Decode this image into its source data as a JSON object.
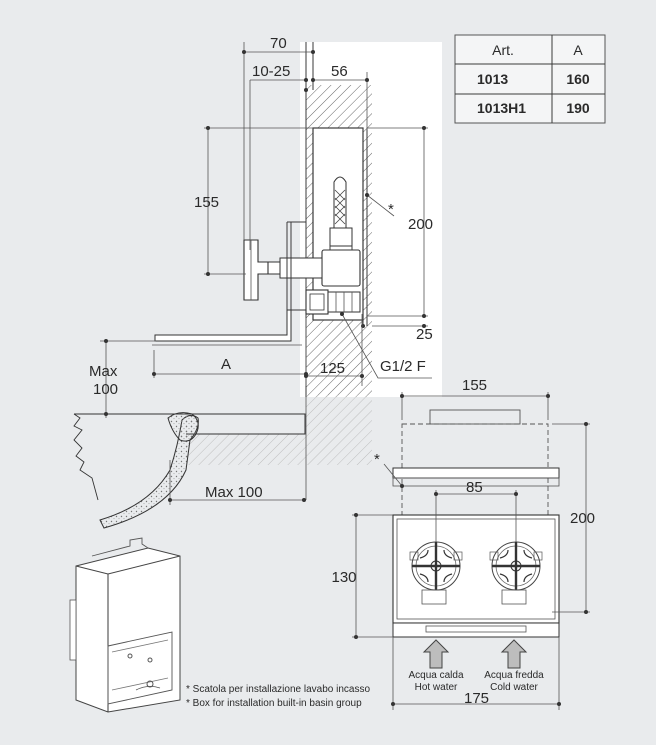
{
  "table": {
    "headers": [
      "Art.",
      "A"
    ],
    "rows": [
      [
        "1013",
        "160"
      ],
      [
        "1013H1",
        "190"
      ]
    ]
  },
  "dims": {
    "d70": "70",
    "d10_25": "10-25",
    "d56": "56",
    "d155_left": "155",
    "d200_right": "200",
    "asterisk": "*",
    "d25": "25",
    "d125": "125",
    "thread": "G1/2 F",
    "max100_line1": "Max",
    "max100_line2": "100",
    "dimA": "A",
    "max100_bottom": "Max 100",
    "d155_top": "155",
    "d85": "85",
    "d200_side": "200",
    "d130": "130",
    "d175": "175"
  },
  "water": {
    "hot_it": "Acqua calda",
    "hot_en": "Hot water",
    "cold_it": "Acqua fredda",
    "cold_en": "Cold water"
  },
  "note": {
    "line_it": "* Scatola per installazione lavabo incasso",
    "line_en": "* Box for installation built-in basin group"
  },
  "colors": {
    "background": "#e9ebed",
    "panel": "#ffffff",
    "line": "#3a3a3a"
  }
}
